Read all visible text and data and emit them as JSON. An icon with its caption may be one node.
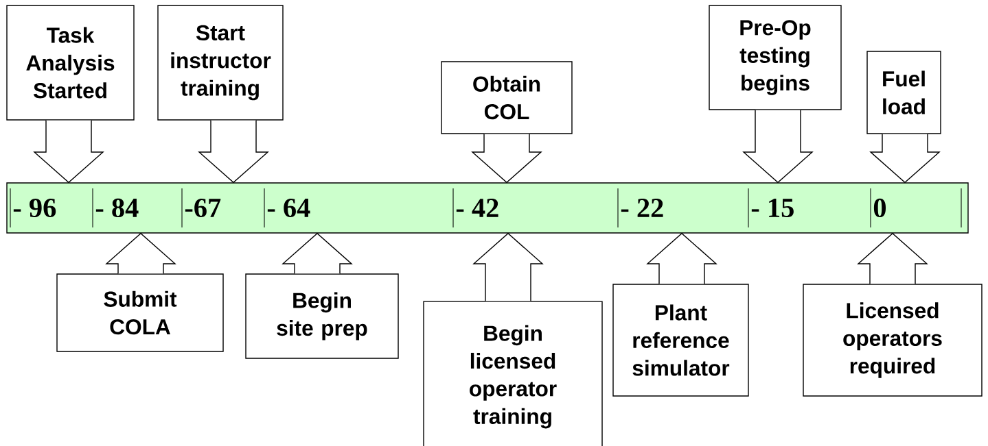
{
  "diagram": {
    "nodes": [
      {
        "text": [
          "- 96",
          "- 84",
          "-67",
          "- 64",
          "- 42",
          "- 22",
          "- 15",
          "0"
        ]
      },
      {
        "text": [
          "Task Analysis Started"
        ]
      },
      {
        "text": [
          "Start instructor training"
        ]
      },
      {
        "text": [
          "Obtain COL"
        ]
      },
      {
        "text": [
          "Pre-Op testing begins"
        ]
      },
      {
        "text": [
          "Fuel load"
        ]
      },
      {
        "text": [
          "Submit COLA"
        ]
      },
      {
        "text": [
          "Begin site prep"
        ]
      },
      {
        "text": [
          "Begin licensed operator training"
        ]
      },
      {
        "text": [
          "Plant reference simulator"
        ]
      },
      {
        "text": [
          "Licensed operators required"
        ]
      }
    ],
    "edges": [
      {
        "from": 1,
        "to": 0,
        "arrow": "to"
      },
      {
        "from": 2,
        "to": 0,
        "arrow": "to"
      },
      {
        "from": 3,
        "to": 0,
        "arrow": "to"
      },
      {
        "from": 4,
        "to": 0,
        "arrow": "to"
      },
      {
        "from": 5,
        "to": 0,
        "arrow": "to"
      },
      {
        "from": 6,
        "to": 0,
        "arrow": "to"
      },
      {
        "from": 7,
        "to": 0,
        "arrow": "to"
      },
      {
        "from": 8,
        "to": 0,
        "arrow": "to"
      },
      {
        "from": 9,
        "to": 0,
        "arrow": "to"
      },
      {
        "from": 10,
        "to": 0,
        "arrow": "to"
      }
    ]
  }
}
